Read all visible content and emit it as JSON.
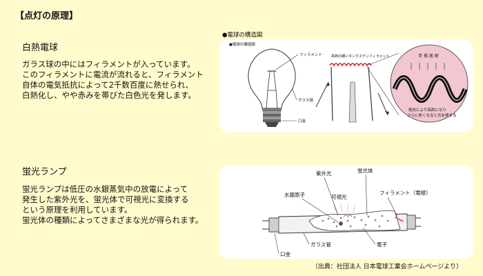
{
  "page": {
    "heading": "【点灯の原理】",
    "source_note": "（出典：社団法人 日本電球工業会ホームページより）"
  },
  "incandescent": {
    "title": "白熱電球",
    "lines": [
      "ガラス球の中にはフィラメントが入っています。",
      "このフィラメントに電流が流れると、フィラメント",
      "自体の電気抵抗によって2千数百度に熱せられ、",
      "白熱化し、やや赤みを帯びた白色光を発します。"
    ],
    "diagram": {
      "caption": "●電球の構造図",
      "sub_caption": "●電球の構造図",
      "labels": {
        "filament": "フィラメント",
        "filament_detail": "高熱の細いタングステンフィラメント",
        "glass_bulb": "ガラス球",
        "base": "口金",
        "visible_radiation": "可 視 放 射",
        "resistance_note_1": "抵抗により高熱になり",
        "resistance_note_2": "さらに熱くなると光を発する"
      }
    }
  },
  "fluorescent": {
    "title": "蛍光ランプ",
    "lines": [
      "蛍光ランプは低圧の水銀蒸気中の放電によって",
      "発生した紫外光を、蛍光体で可視光に変換する",
      "という原理を利用しています。",
      "蛍光体の種類によってさまざまな光が得られます。"
    ],
    "diagram": {
      "labels": {
        "ultraviolet": "紫外光",
        "phosphor": "蛍光体",
        "mercury_atom": "水銀原子",
        "visible_light": "可視光",
        "filament": "フィラメント（電極）",
        "base": "口金",
        "glass_tube": "ガラス管",
        "electron": "電子"
      }
    }
  },
  "colors": {
    "background": "#fffbcc",
    "panel": "#ffffff",
    "filament_red": "#cc2222",
    "circle_fill": "#f2c7cf"
  }
}
